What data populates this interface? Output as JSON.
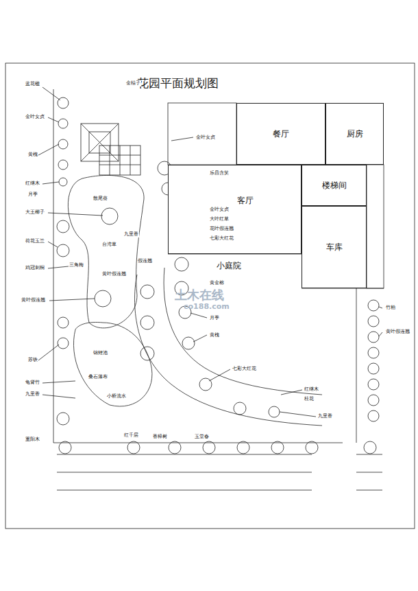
{
  "diagram": {
    "title": "花园平面规划图",
    "nodes": [
      {
        "text": [
          "餐厅"
        ]
      },
      {
        "text": [
          "厨房"
        ]
      },
      {
        "text": [
          "客厅"
        ]
      },
      {
        "text": [
          "楼梯间"
        ]
      },
      {
        "text": [
          "车库"
        ]
      }
    ],
    "labels": [
      "蓝花楹",
      "金桔子",
      "金叶女贞",
      "黄槐",
      "红继木",
      "月季",
      "大王椰子",
      "荷花玉兰",
      "鸡冠刺桐",
      "黄叶假连翘",
      "苏铁",
      "龟背竹",
      "九里香",
      "重阳木",
      "散尾葵",
      "九里香",
      "台湾草",
      "三角梅",
      "黄叶假连翘",
      "锦鲤池",
      "叠石瀑布",
      "小桥流水",
      "红千层",
      "香樟树",
      "玉堂春",
      "金叶女贞",
      "乐昌含笑",
      "金叶女贞",
      "大叶红草",
      "花叶假连翘",
      "七彩大红花",
      "假连翘",
      "黄金榕",
      "月季",
      "黄槐",
      "七彩大红花",
      "红继木",
      "桂花",
      "九里香",
      "竹柏",
      "黄叶假连翘",
      "小庭院",
      "土木在线",
      "co188.com"
    ]
  }
}
